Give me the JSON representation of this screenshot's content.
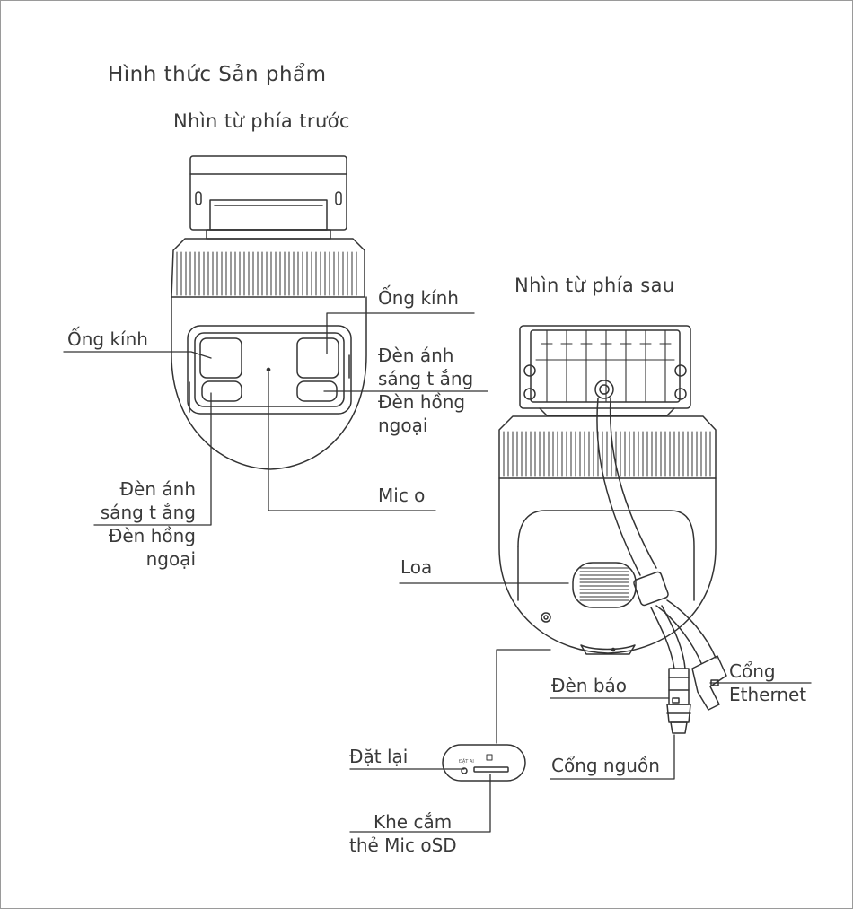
{
  "title": "Hình thức Sản phẩm",
  "front_view": {
    "heading": "Nhìn từ phía trước",
    "labels": {
      "lens_left": "Ống kính",
      "lens_right": "Ống kính",
      "light_right": [
        "Đèn ánh",
        "sáng t ắng",
        "Đèn hồng",
        "ngoại"
      ],
      "light_left": [
        "Đèn ánh",
        "sáng t ắng",
        "Đèn hồng",
        "ngoại"
      ],
      "mic": "Mic o"
    }
  },
  "rear_view": {
    "heading": "Nhìn từ phía sau",
    "labels": {
      "speaker": "Loa",
      "indicator": "Đèn báo",
      "ethernet": [
        "Cổng",
        "Ethernet"
      ],
      "reset": "Đặt lại",
      "power": "Cổng nguồn",
      "sd_slot": [
        "Khe cắm",
        "thẻ Mic oSD"
      ]
    }
  },
  "colors": {
    "line": "#333333",
    "text": "#3a3a3a",
    "border": "#9a9a9a",
    "background": "#ffffff"
  }
}
